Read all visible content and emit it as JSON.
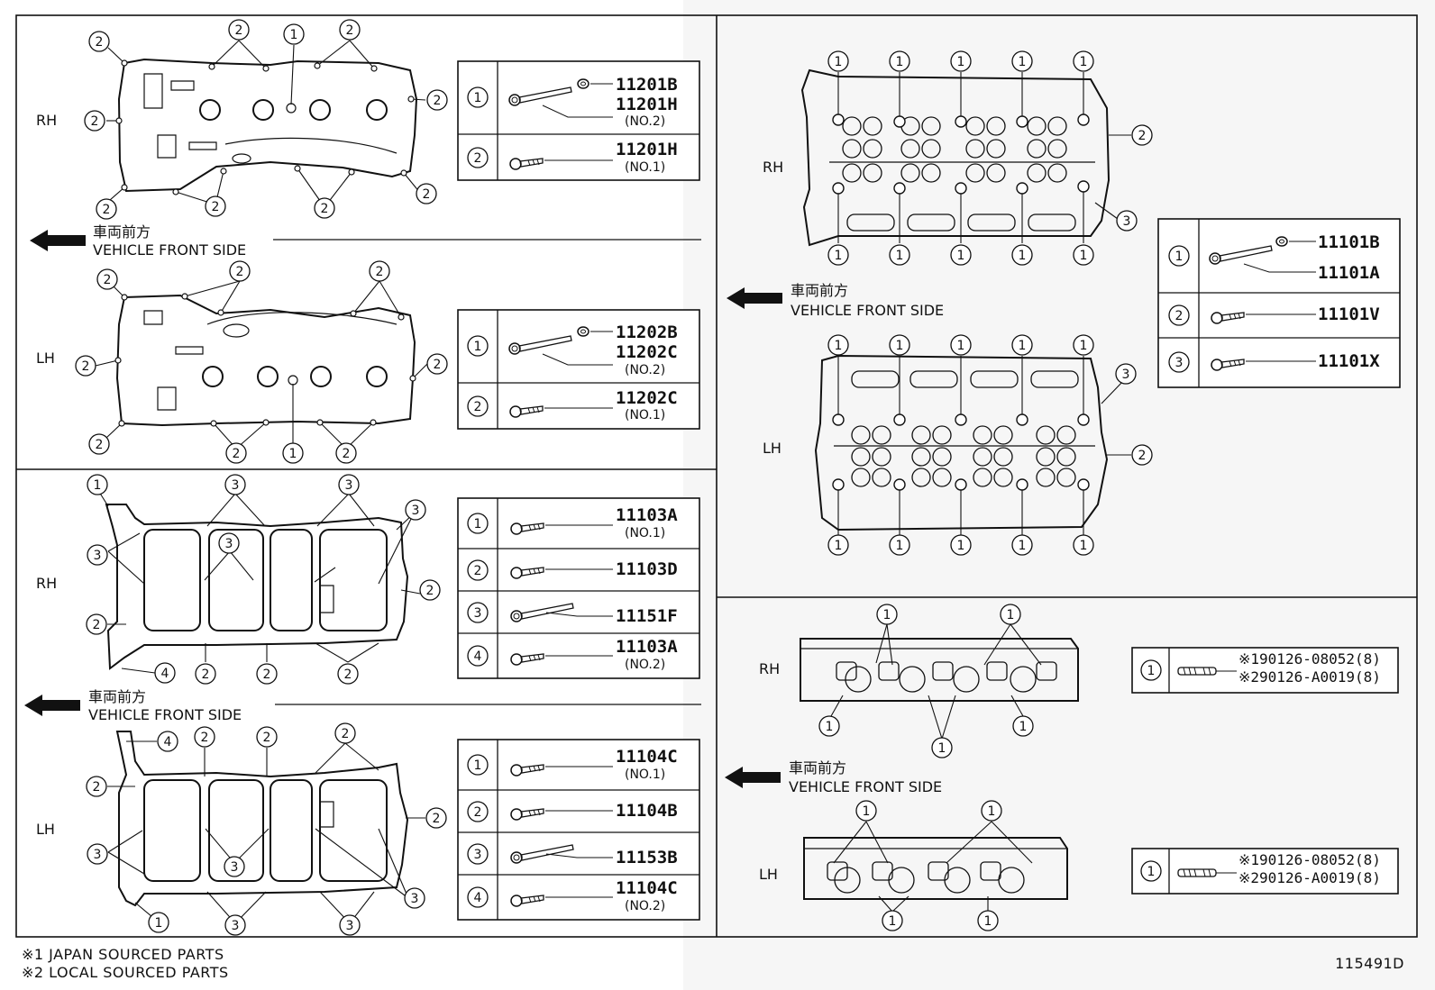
{
  "sections": {
    "valve_cover": {
      "rh_label": "RH",
      "lh_label": "LH",
      "front_ja": "車両前方",
      "front_en": "VEHICLE FRONT SIDE",
      "rh_table": [
        {
          "ref": "1",
          "pn1": "11201B",
          "pn2": "11201H",
          "note": "(NO.2)"
        },
        {
          "ref": "2",
          "pn1": "11201H",
          "note": "(NO.1)"
        }
      ],
      "lh_table": [
        {
          "ref": "1",
          "pn1": "11202B",
          "pn2": "11202C",
          "note": "(NO.2)"
        },
        {
          "ref": "2",
          "pn1": "11202C",
          "note": "(NO.1)"
        }
      ]
    },
    "cam_housing": {
      "rh_label": "RH",
      "lh_label": "LH",
      "front_ja": "車両前方",
      "front_en": "VEHICLE FRONT SIDE",
      "rh_table": [
        {
          "ref": "1",
          "pn1": "11103A",
          "note": "(NO.1)"
        },
        {
          "ref": "2",
          "pn1": "11103D"
        },
        {
          "ref": "3",
          "pn1": "11151F"
        },
        {
          "ref": "4",
          "pn1": "11103A",
          "note": "(NO.2)"
        }
      ],
      "lh_table": [
        {
          "ref": "1",
          "pn1": "11104C",
          "note": "(NO.1)"
        },
        {
          "ref": "2",
          "pn1": "11104B"
        },
        {
          "ref": "3",
          "pn1": "11153B"
        },
        {
          "ref": "4",
          "pn1": "11104C",
          "note": "(NO.2)"
        }
      ]
    },
    "cylinder_head": {
      "rh_label": "RH",
      "lh_label": "LH",
      "front_ja": "車両前方",
      "front_en": "VEHICLE FRONT SIDE",
      "table": [
        {
          "ref": "1",
          "pn1": "11101B",
          "pn2": "11101A"
        },
        {
          "ref": "2",
          "pn1": "11101V"
        },
        {
          "ref": "3",
          "pn1": "11101X"
        }
      ]
    },
    "exhaust_stud": {
      "rh_label": "RH",
      "lh_label": "LH",
      "front_ja": "車両前方",
      "front_en": "VEHICLE FRONT SIDE",
      "rh_table": [
        {
          "ref": "1",
          "pn1": "※190126-08052(8)",
          "pn2": "※290126-A0019(8)"
        }
      ],
      "lh_table": [
        {
          "ref": "1",
          "pn1": "※190126-08052(8)",
          "pn2": "※290126-A0019(8)"
        }
      ]
    }
  },
  "footer": {
    "note1": "※1 JAPAN SOURCED PARTS",
    "note2": "※2 LOCAL SOURCED PARTS",
    "code": "115491D"
  },
  "icons": [
    "arrow-left-icon",
    "bolt-icon",
    "washer-icon",
    "stud-icon"
  ]
}
